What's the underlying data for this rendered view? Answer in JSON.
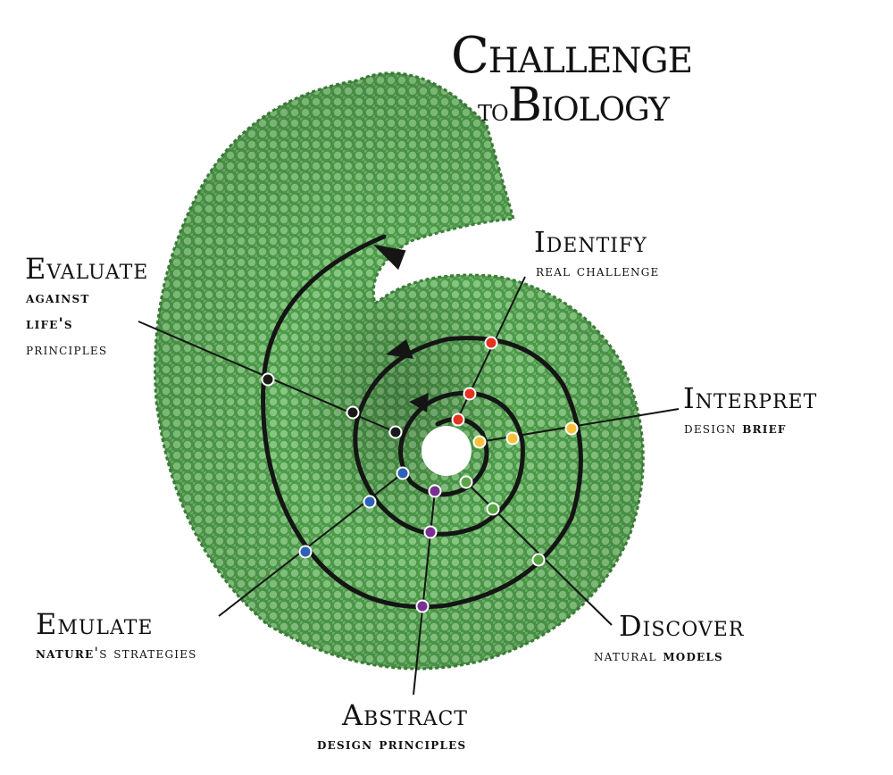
{
  "title": {
    "line1": "Challenge",
    "to": "to",
    "line2": "Biology"
  },
  "steps": {
    "identify": {
      "title": "Identify",
      "sub": "real challenge"
    },
    "interpret": {
      "title": "Interpret",
      "sub_a": "design ",
      "sub_b": "brief"
    },
    "discover": {
      "title": "Discover",
      "sub_a": "natural ",
      "sub_b": "models"
    },
    "abstract": {
      "title": "Abstract",
      "sub": "design principles"
    },
    "emulate": {
      "title": "Emulate",
      "sub_a": "nature",
      "sub_b": "'s strategies"
    },
    "evaluate": {
      "title": "Evaluate",
      "sub1": "against",
      "sub2": "life's",
      "sub3": "principles"
    }
  },
  "colors": {
    "identify": "#e53322",
    "interpret": "#f5c23a",
    "discover": "#5aa845",
    "abstract": "#7a2f92",
    "emulate": "#2d62b8",
    "evaluate": "#1a1a1a",
    "spiral_green": "#4f9a4c",
    "spiral_light": "#8fd08a"
  }
}
